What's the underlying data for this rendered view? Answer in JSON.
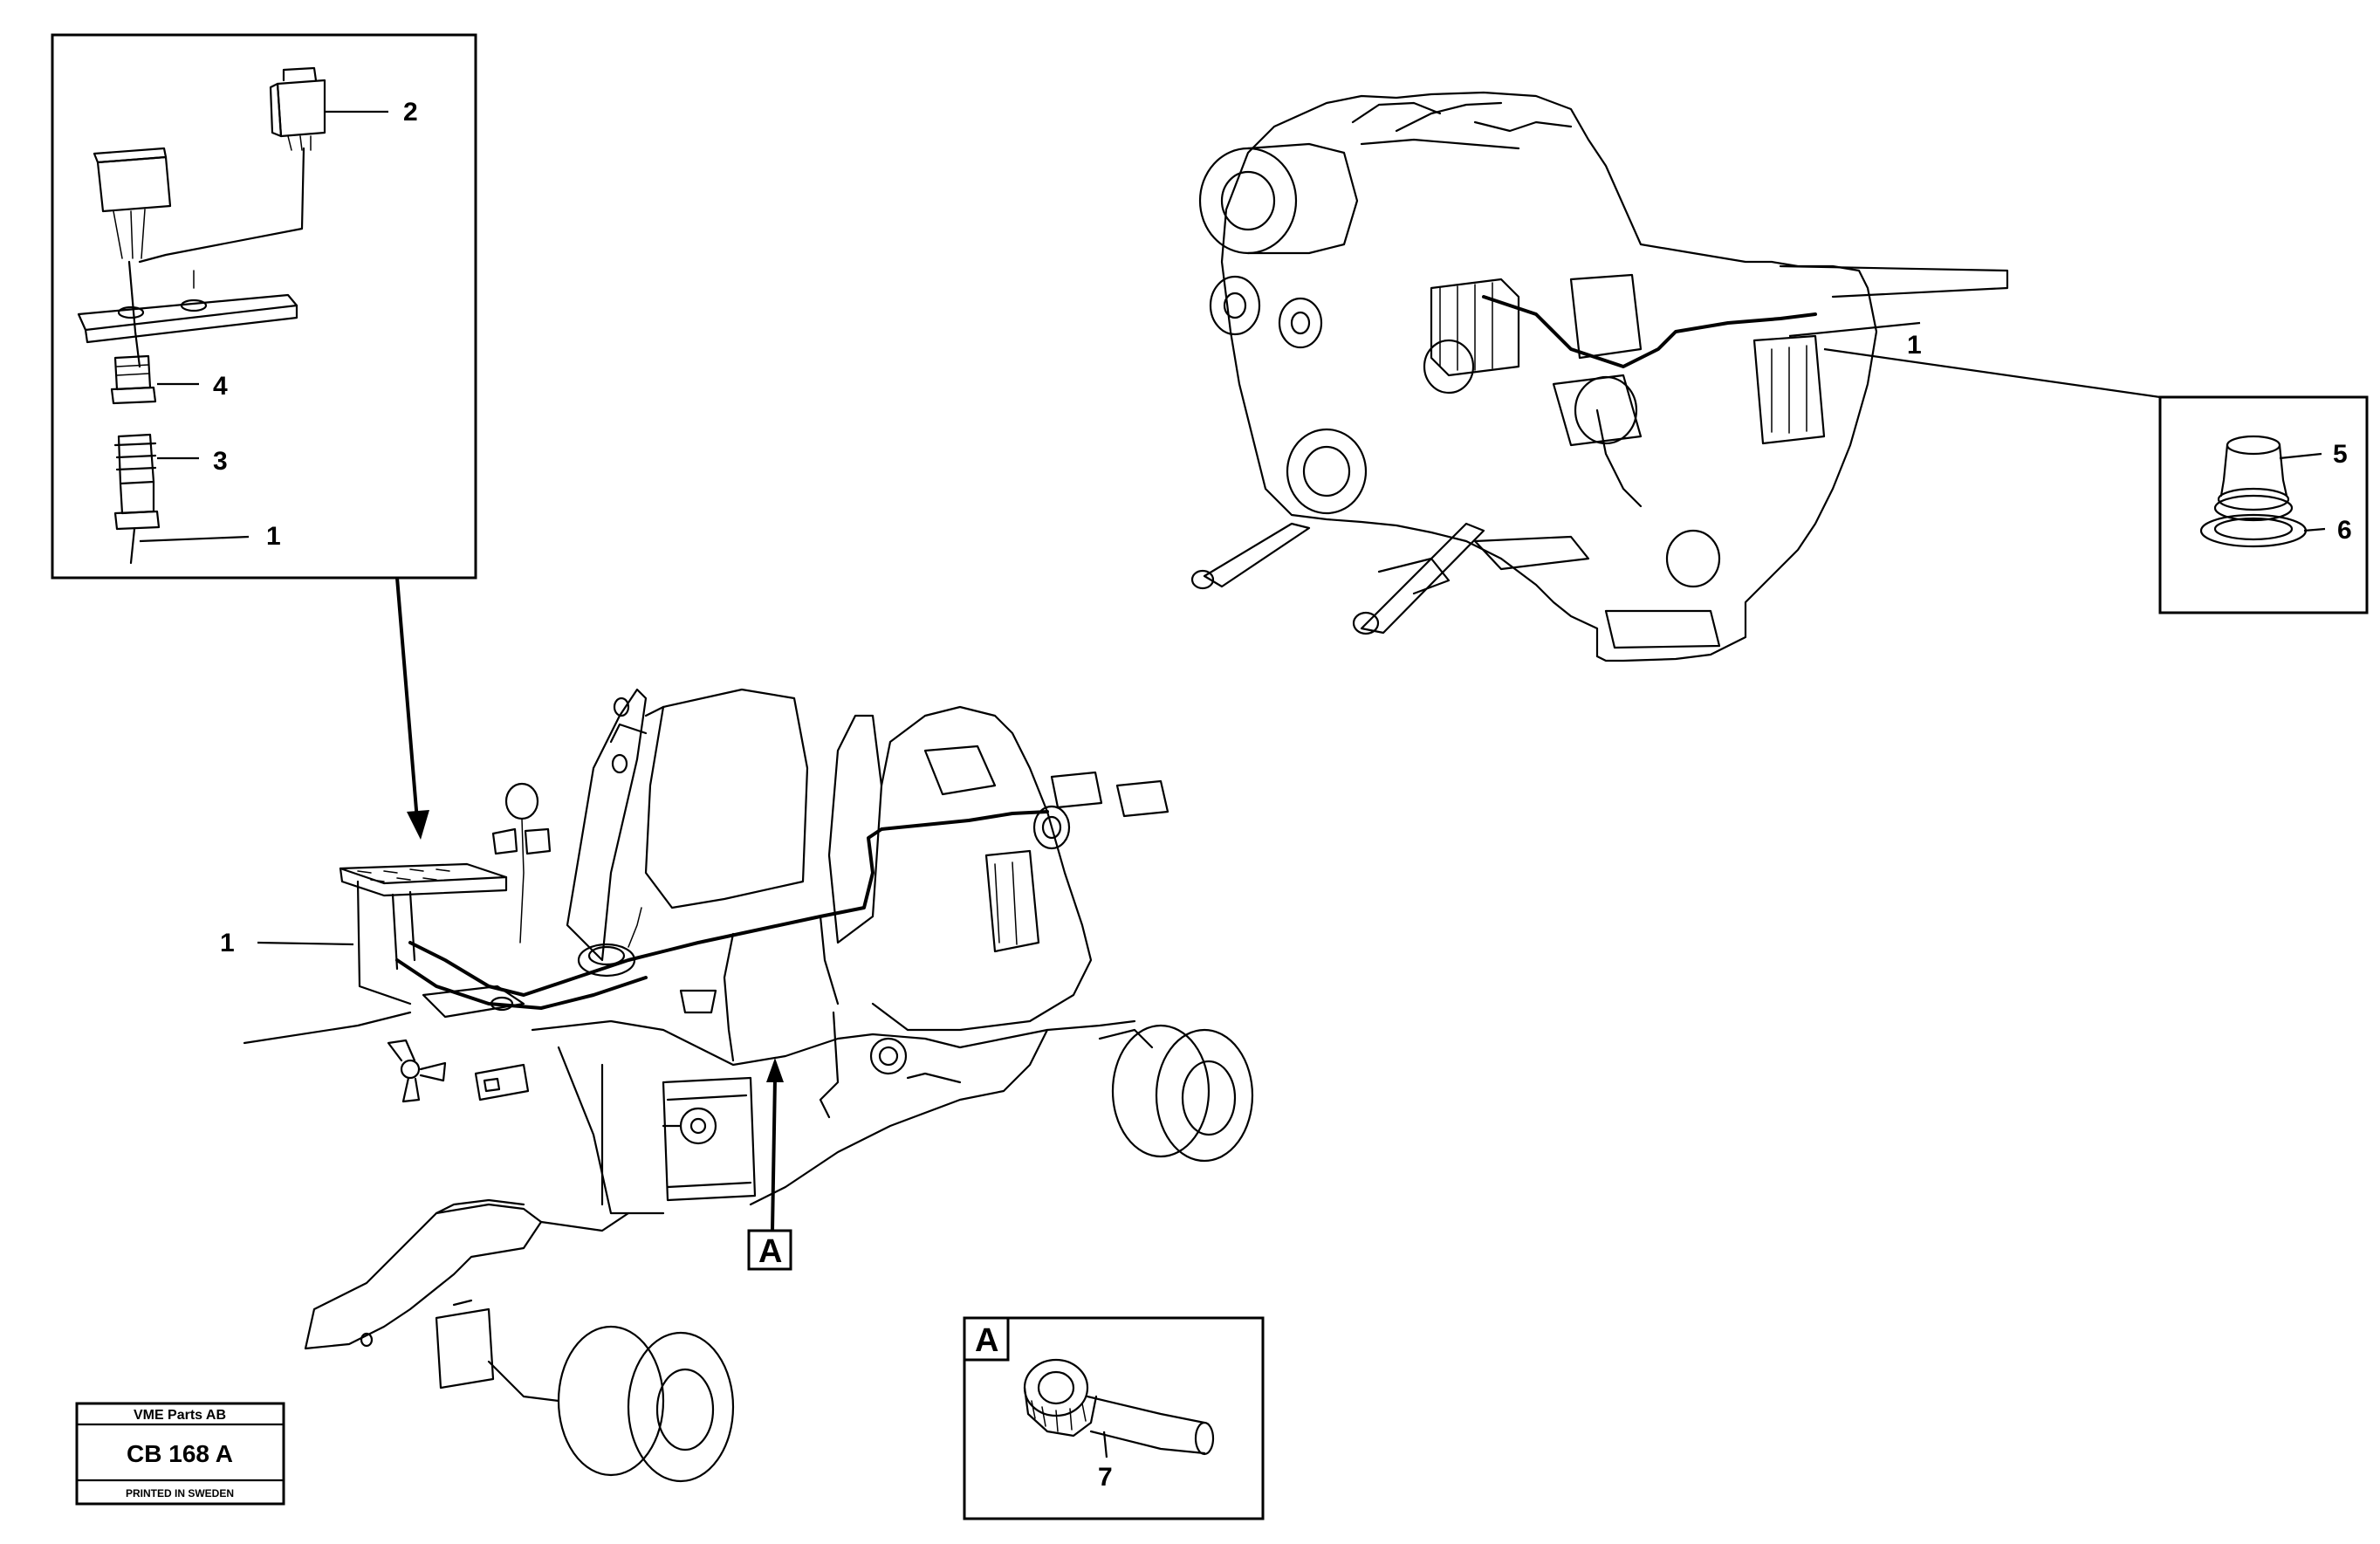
{
  "callouts": {
    "detail_top_left": [
      "2",
      "4",
      "3",
      "1"
    ],
    "engine_right": "1",
    "detail_right": [
      "5",
      "6"
    ],
    "main_assembly": "1",
    "detail_a": "7"
  },
  "detail_a_label": "A",
  "main_assembly_ref_label": "A",
  "stamp": {
    "company": "VME Parts AB",
    "code": "CB 168 A",
    "printed": "PRINTED IN SWEDEN"
  }
}
